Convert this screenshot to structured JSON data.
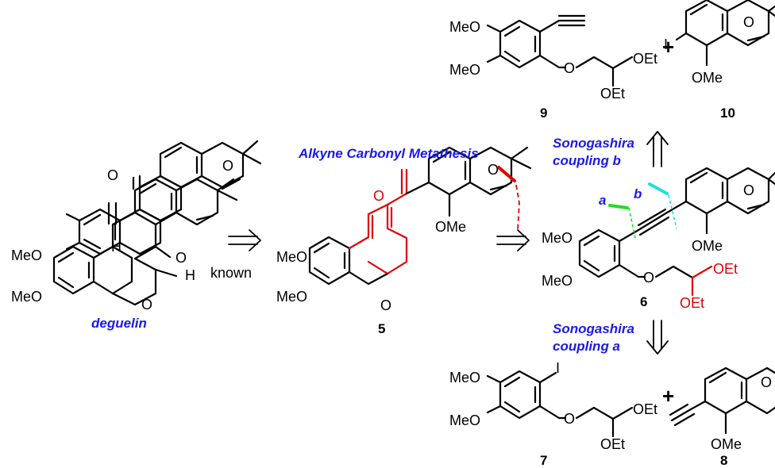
{
  "labels": {
    "deguelin": "deguelin",
    "known": "known",
    "metathesis": "Alkyne Carbonyl Metathesis",
    "sono_b_1": "Sonogashira",
    "sono_b_2": "coupling b",
    "sono_a_1": "Sonogashira",
    "sono_a_2": "coupling a",
    "bond_a": "a",
    "bond_b": "b",
    "plus": "+"
  },
  "compounds": {
    "c5": "5",
    "c6": "6",
    "c7": "7",
    "c8": "8",
    "c9": "9",
    "c10": "10"
  },
  "atoms": {
    "MeO": "MeO",
    "OMe": "OMe",
    "OEt": "OEt",
    "O": "O",
    "H": "H",
    "I": "I"
  },
  "colors": {
    "highlight": "#e00000",
    "label_blue": "#1a1ae6",
    "bond_a_mark": "#22dd22",
    "bond_b_mark": "#22dddd"
  }
}
